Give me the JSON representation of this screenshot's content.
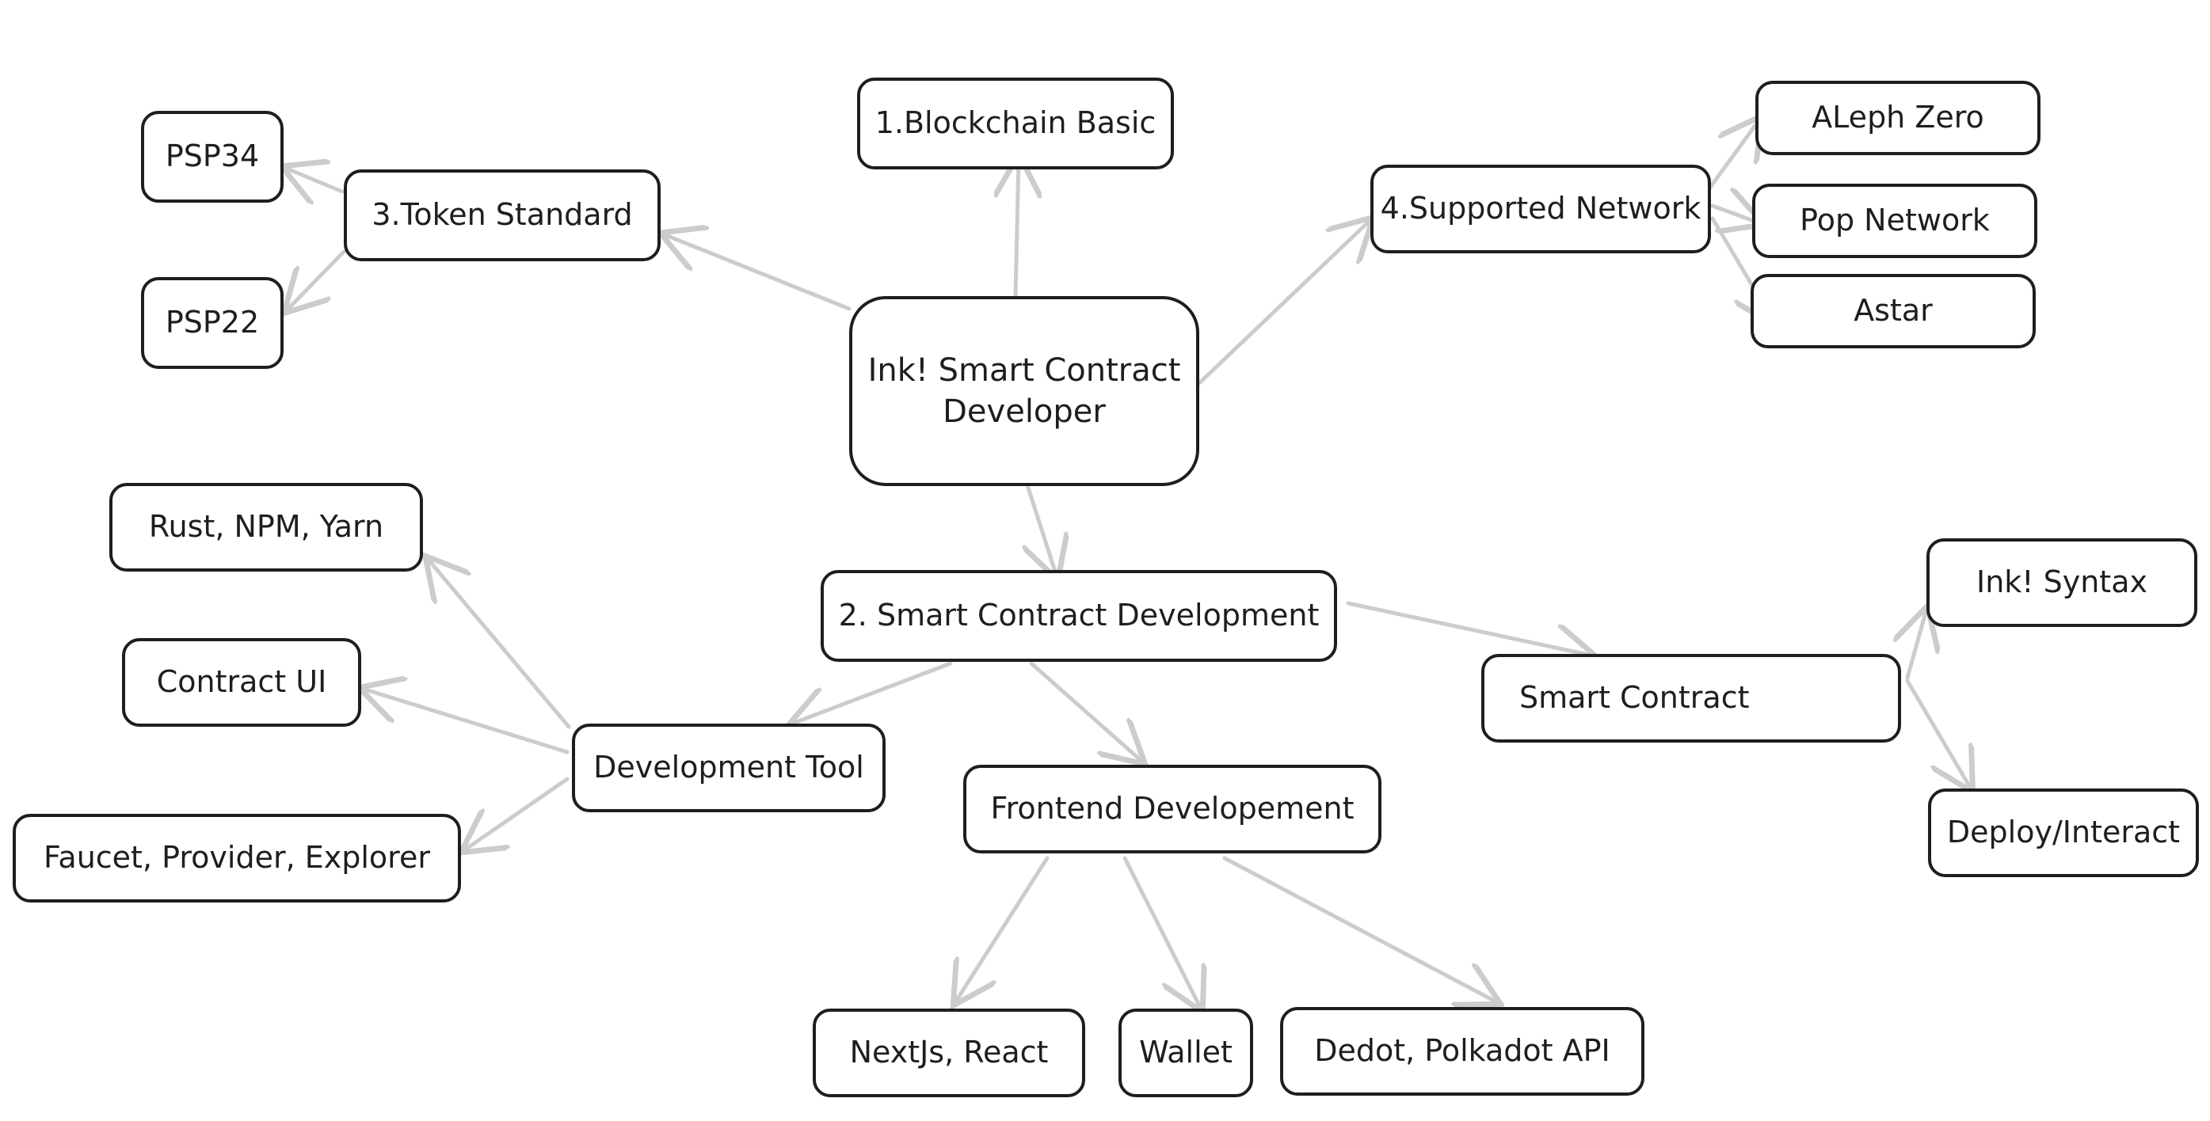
{
  "diagram": {
    "colors": {
      "stroke": "#1e1e1e",
      "edge": "#cccccc",
      "background": "#ffffff"
    },
    "nodes": {
      "center": {
        "line1": "Ink! Smart Contract",
        "line2": "Developer"
      },
      "blockchain_basic": "1.Blockchain Basic",
      "smart_contract_development": "2. Smart Contract Development",
      "token_standard": "3.Token Standard",
      "supported_network": "4.Supported Network",
      "psp34": "PSP34",
      "psp22": "PSP22",
      "aleph_zero": "ALeph Zero",
      "pop_network": "Pop Network",
      "astar": "Astar",
      "rust_npm_yarn": "Rust, NPM, Yarn",
      "contract_ui": "Contract UI",
      "faucet_provider_explorer": "Faucet, Provider, Explorer",
      "development_tool": "Development Tool",
      "frontend_development": "Frontend Developement",
      "smart_contract": "Smart Contract",
      "ink_syntax": "Ink! Syntax",
      "deploy_interact": "Deploy/Interact",
      "nextjs_react": "NextJs, React",
      "wallet": "Wallet",
      "dedot_polkadot_api": "Dedot, Polkadot API"
    }
  }
}
